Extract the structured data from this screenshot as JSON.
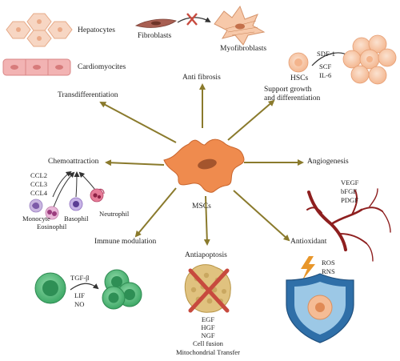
{
  "center": {
    "label": "MSCs"
  },
  "effects": {
    "anti_fibrosis": "Anti fibrosis",
    "transdifferentiation": "Transdifferentiation",
    "support": [
      "Support growth",
      "and differentiation"
    ],
    "chemoattraction": "Chemoattraction",
    "angiogenesis": "Angiogenesis",
    "immune_modulation": "Immune modulation",
    "antiapoptosis": "Antiapoptosis",
    "antioxidant": "Antioxidant"
  },
  "cells": {
    "hepatocytes": "Hepatocytes",
    "cardiomyocytes": "Cardiomyocites",
    "fibroblasts": "Fibroblasts",
    "myofibroblasts": "Myofibroblasts",
    "hscs": "HSCs",
    "monocyte": "Monocyte",
    "eosinophil": "Eosinophil",
    "basophil": "Basophil",
    "neutrophil": "Neutrophil"
  },
  "factors": {
    "support": [
      "SDF-1",
      "SCF",
      "IL-6"
    ],
    "chemokines": [
      "CCL2",
      "CCL3",
      "CCL4"
    ],
    "angiogenic": [
      "VEGF",
      "bFGF",
      "PDGF"
    ],
    "immune": [
      "TGF-β",
      "LIF",
      "NO"
    ],
    "antiapoptotic": [
      "EGF",
      "HGF",
      "NGF",
      "Cell fusion",
      "Mitochondrial Transfer"
    ],
    "oxidative": [
      "ROS",
      "RNS"
    ]
  },
  "colors": {
    "arrow": "#8a7a2c",
    "msc": "#ef8b4e",
    "msc_nucleus": "#a4552d",
    "hepatocyte": "#f7d6c3",
    "cardiomyocyte": "#f2b3b3",
    "hsc": "#f8ccaa",
    "immune_cell": "#5cbf80",
    "vessel": "#8e1f1f",
    "shield": "#2f6fa8",
    "apoptotic_cell": "#e0c27f",
    "cross": "#c74a3e"
  }
}
